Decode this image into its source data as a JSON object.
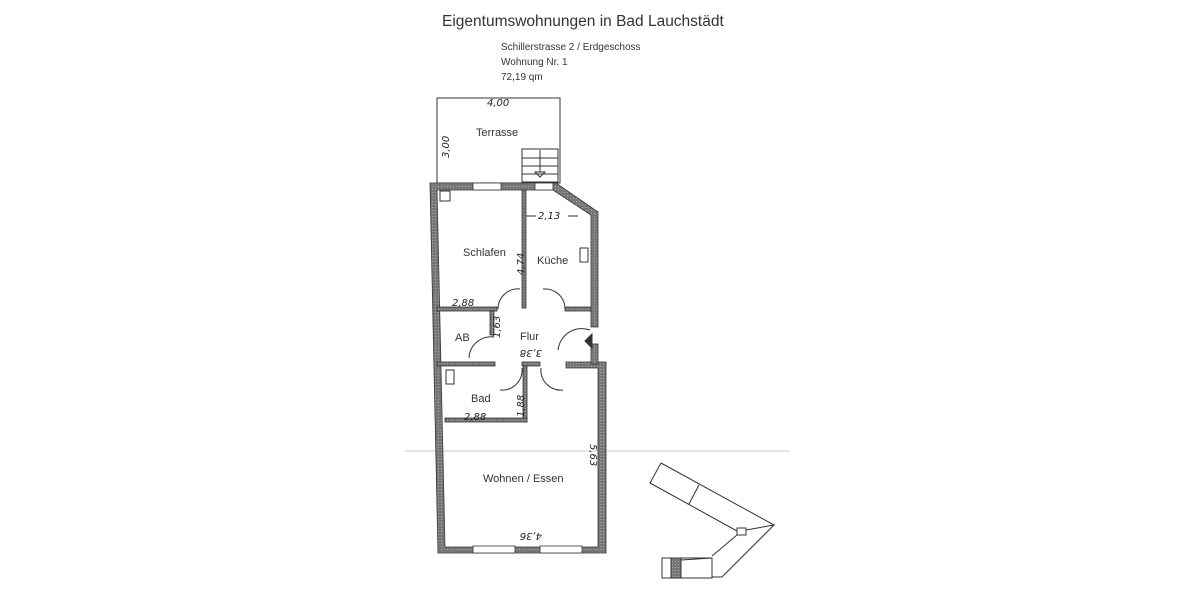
{
  "header": {
    "title": "Eigentumswohnungen in Bad Lauchstädt",
    "address": "Schillerstrasse 2 / Erdgeschoss",
    "unit": "Wohnung Nr. 1",
    "area": "72,19 qm"
  },
  "rooms": {
    "terrace": "Terrasse",
    "bedroom": "Schlafen",
    "kitchen": "Küche",
    "storage": "AB",
    "hall": "Flur",
    "bath": "Bad",
    "living": "Wohnen / Essen"
  },
  "dimensions": {
    "terrace_width": "4,00",
    "terrace_depth": "3,00",
    "bedroom_length": "4,74",
    "bedroom_width": "2,88",
    "kitchen_width": "2,13",
    "storage_depth": "1,63",
    "hall_length": "3,38",
    "bath_depth": "1,88",
    "bath_width": "2,88",
    "living_length": "5,63",
    "living_width": "4,36"
  },
  "colors": {
    "wall": "#6a6a6a",
    "line": "#333333"
  }
}
